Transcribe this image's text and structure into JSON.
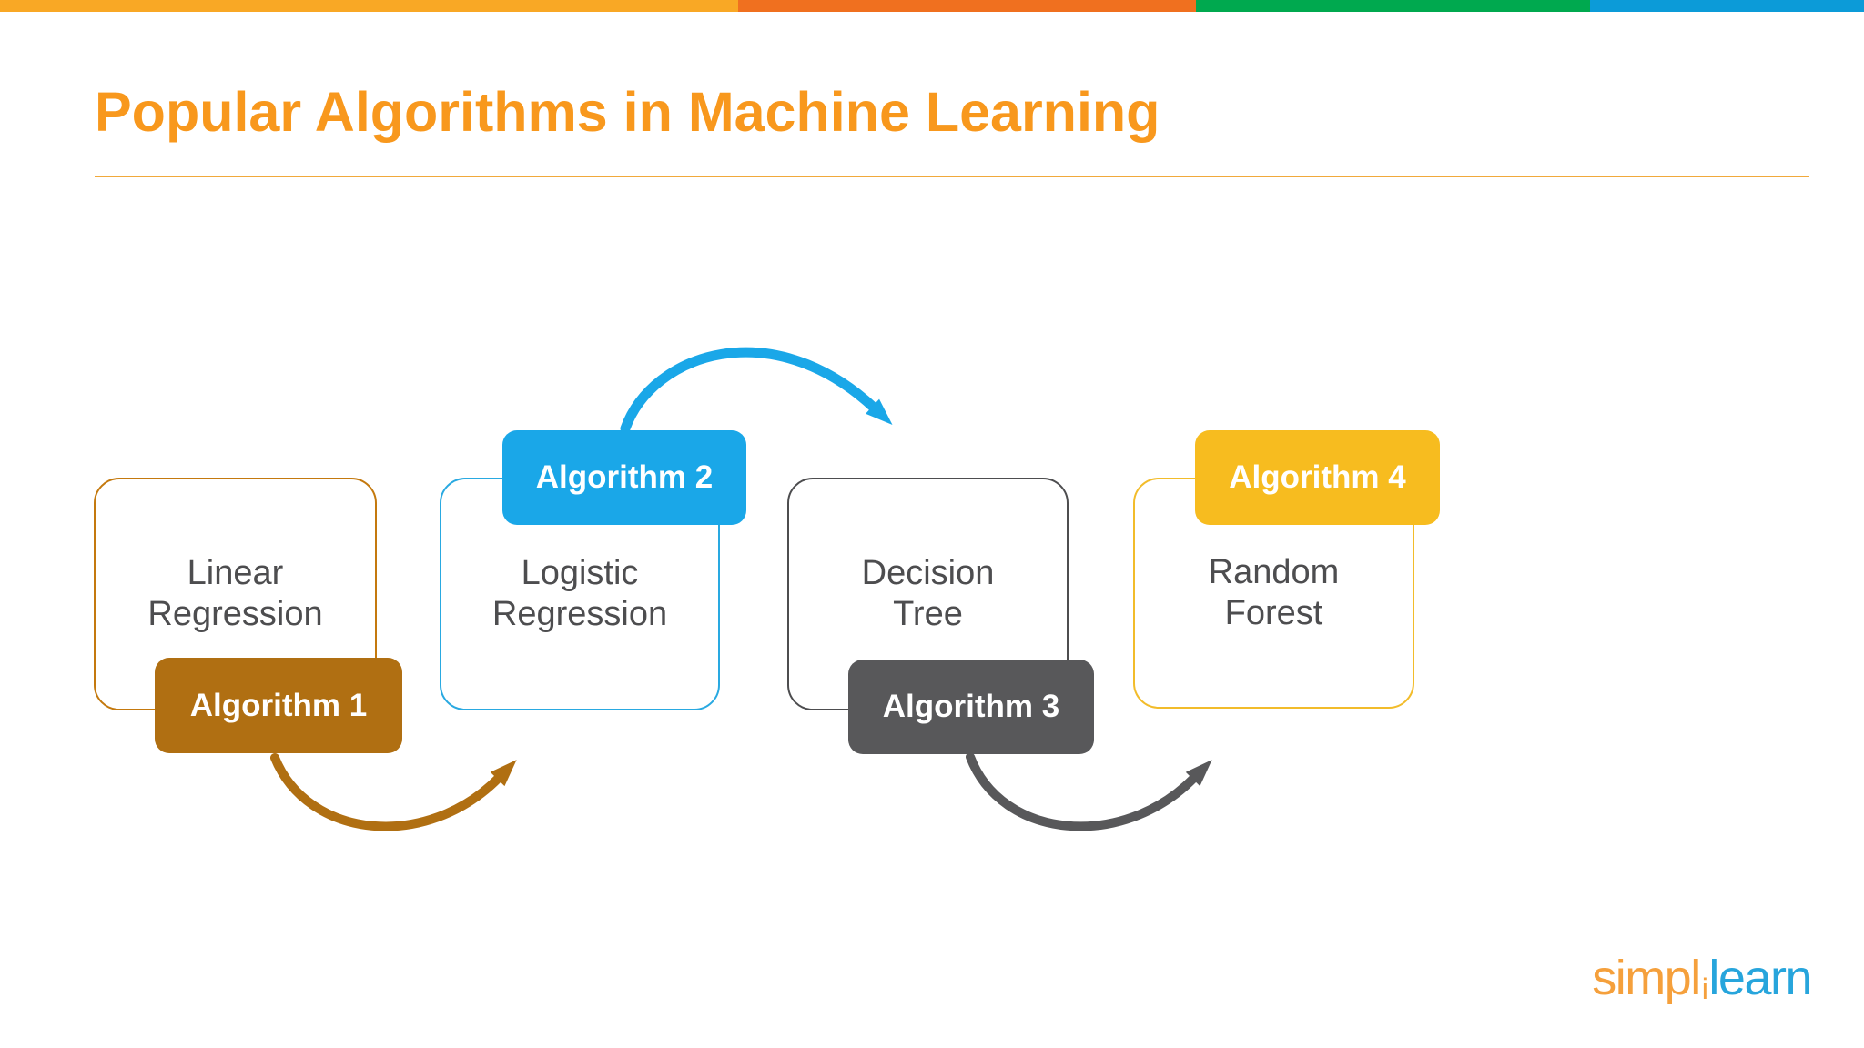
{
  "slide": {
    "title": "Popular Algorithms in Machine Learning",
    "title_color": "#F8981D",
    "background_color": "#FFFFFF"
  },
  "top_bar": {
    "segments": [
      {
        "name": "amber-segment",
        "color": "#F9A825"
      },
      {
        "name": "orange-segment",
        "color": "#F0701F"
      },
      {
        "name": "green-segment",
        "color": "#00A94F"
      },
      {
        "name": "blue-segment",
        "color": "#0C9BD8"
      }
    ]
  },
  "algorithms": [
    {
      "badge": "Algorithm 1",
      "line1": "Linear",
      "line2": "Regression",
      "badge_color": "#B06F12",
      "border_color": "#C4790E",
      "badge_position": "bottom"
    },
    {
      "badge": "Algorithm 2",
      "line1": "Logistic",
      "line2": "Regression",
      "badge_color": "#1AA7E8",
      "border_color": "#29A9E1",
      "badge_position": "top"
    },
    {
      "badge": "Algorithm 3",
      "line1": "Decision",
      "line2": "Tree",
      "badge_color": "#58585A",
      "border_color": "#4D4D4F",
      "badge_position": "bottom"
    },
    {
      "badge": "Algorithm 4",
      "line1": "Random",
      "line2": "Forest",
      "badge_color": "#F7BC1F",
      "border_color": "#F2BC2B",
      "badge_position": "top"
    }
  ],
  "arrows": [
    {
      "from": "Algorithm 1",
      "to": "Algorithm 2",
      "color": "#B06F12",
      "shape": "smile-arc-up-right"
    },
    {
      "from": "Algorithm 2",
      "to": "Algorithm 3",
      "color": "#1AA7E8",
      "shape": "frown-arc-down-right"
    },
    {
      "from": "Algorithm 3",
      "to": "Algorithm 4",
      "color": "#58585A",
      "shape": "smile-arc-up-right"
    }
  ],
  "logo": {
    "part1": "simpl",
    "part2": "i",
    "part3": "learn",
    "orange": "#F5A03C",
    "blue": "#27A5DC"
  }
}
